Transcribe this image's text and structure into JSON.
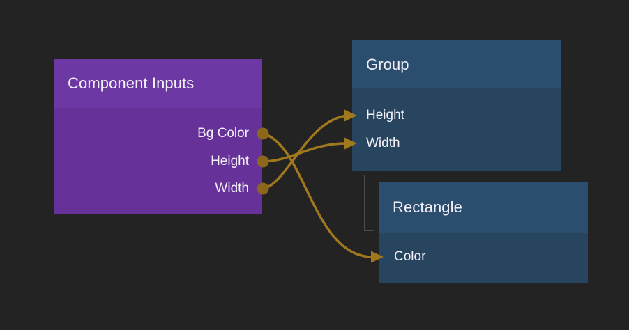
{
  "canvas": {
    "background": "#232323"
  },
  "palette": {
    "component_header": "#6c38a4",
    "component_body": "#663199",
    "layer_header": "#2b4d6e",
    "layer_body": "#284560",
    "wire": "#a0781d",
    "port_dot": "#8a671a",
    "hierarchy_line": "#4b4b4b",
    "text": "#f1eef6"
  },
  "nodes": {
    "component_inputs": {
      "title": "Component Inputs",
      "outputs": [
        "Bg Color",
        "Height",
        "Width"
      ]
    },
    "group": {
      "title": "Group",
      "inputs": [
        "Height",
        "Width"
      ]
    },
    "rectangle": {
      "title": "Rectangle",
      "inputs": [
        "Color"
      ]
    }
  },
  "edges": [
    {
      "type": "wire",
      "from": "Component Inputs / Bg Color",
      "to": "Rectangle / Color"
    },
    {
      "type": "wire",
      "from": "Component Inputs / Height",
      "to": "Group / Width"
    },
    {
      "type": "wire",
      "from": "Component Inputs / Width",
      "to": "Group / Height"
    },
    {
      "type": "hierarchy",
      "from": "Group",
      "to": "Rectangle"
    }
  ]
}
